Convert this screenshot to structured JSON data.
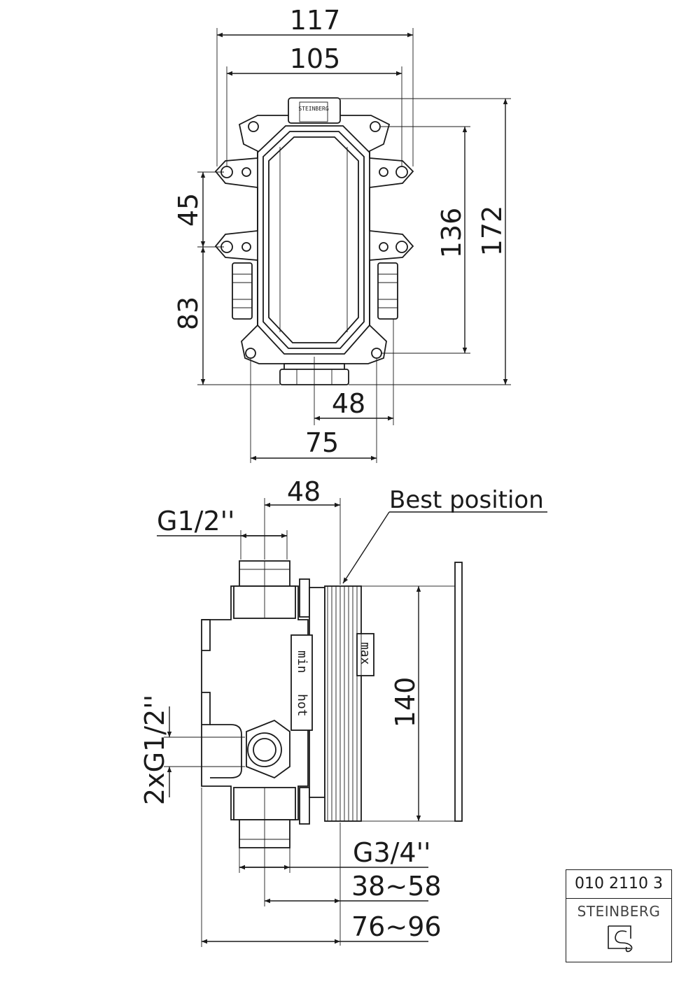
{
  "top_view": {
    "dims": {
      "overall_width": "117",
      "hole_width": "105",
      "hole_spacing": "45",
      "lower_height": "83",
      "hole_height": "136",
      "overall_height": "172",
      "outlet_offset": "48",
      "bottom_hole_spacing": "75"
    },
    "stamp_text": "STEINBERG"
  },
  "side_view": {
    "dims": {
      "depth_offset": "48",
      "thread_top": "G1/2''",
      "thread_side": "2xG1/2''",
      "flange_height": "140",
      "thread_bottom": "G3/4''",
      "range_short": "38~58",
      "range_long": "76~96"
    },
    "label_best_position": "Best position",
    "body_labels": {
      "min": "min",
      "hot": "hot",
      "max": "max"
    }
  },
  "code_box": {
    "article_number": "010 2110 3",
    "brand": "STEINBERG",
    "logo_icon": "steinberg-logo-icon"
  }
}
